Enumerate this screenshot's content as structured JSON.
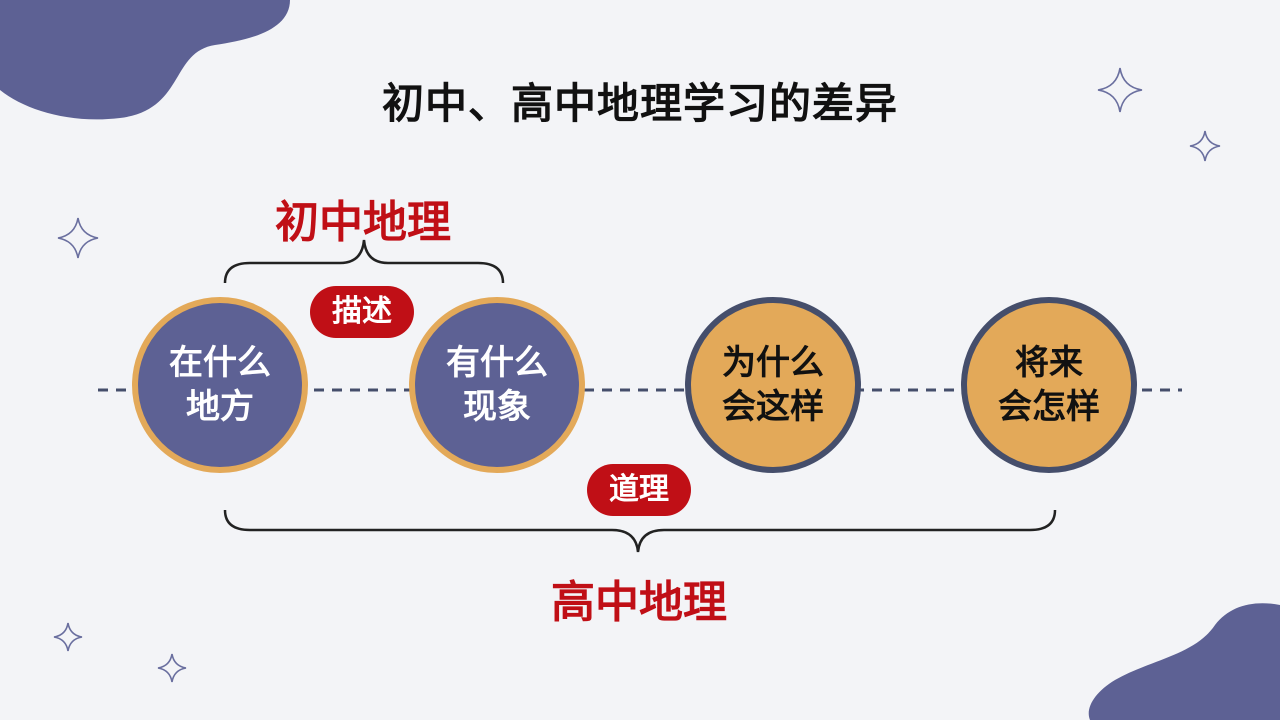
{
  "title": "初中、高中地理学习的差异",
  "junior_label": "初中地理",
  "senior_label": "高中地理",
  "pills": {
    "describe": "描述",
    "reason": "道理"
  },
  "nodes": [
    {
      "line1": "在什么",
      "line2": "地方"
    },
    {
      "line1": "有什么",
      "line2": "现象"
    },
    {
      "line1": "为什么",
      "line2": "会这样"
    },
    {
      "line1": "将来",
      "line2": "会怎样"
    }
  ],
  "colors": {
    "accent_red": "#c00f16",
    "circle_purple": "#5d6194",
    "circle_gold": "#e3a959",
    "ring_slate": "#454e6b",
    "background": "#f3f4f7"
  }
}
